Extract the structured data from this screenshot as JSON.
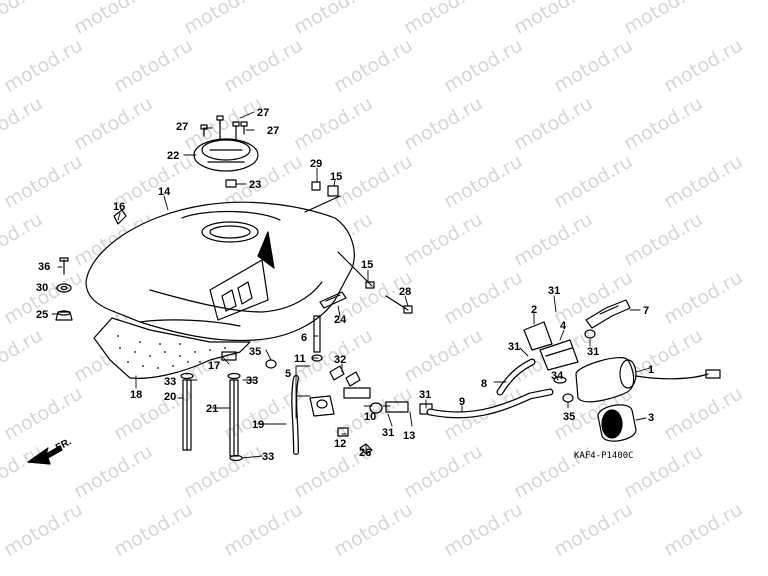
{
  "diagram": {
    "watermark": "motod.ru",
    "drawing_code": "KAF4-P1400C",
    "direction_label": "FR.",
    "callouts": [
      "1",
      "2",
      "3",
      "4",
      "5",
      "6",
      "7",
      "8",
      "9",
      "10",
      "11",
      "12",
      "13",
      "14",
      "15",
      "15",
      "16",
      "17",
      "18",
      "19",
      "20",
      "21",
      "22",
      "23",
      "24",
      "25",
      "26",
      "27",
      "27",
      "27",
      "28",
      "29",
      "30",
      "31",
      "31",
      "31",
      "31",
      "31",
      "32",
      "33",
      "33",
      "33",
      "34",
      "35",
      "35",
      "36"
    ]
  }
}
